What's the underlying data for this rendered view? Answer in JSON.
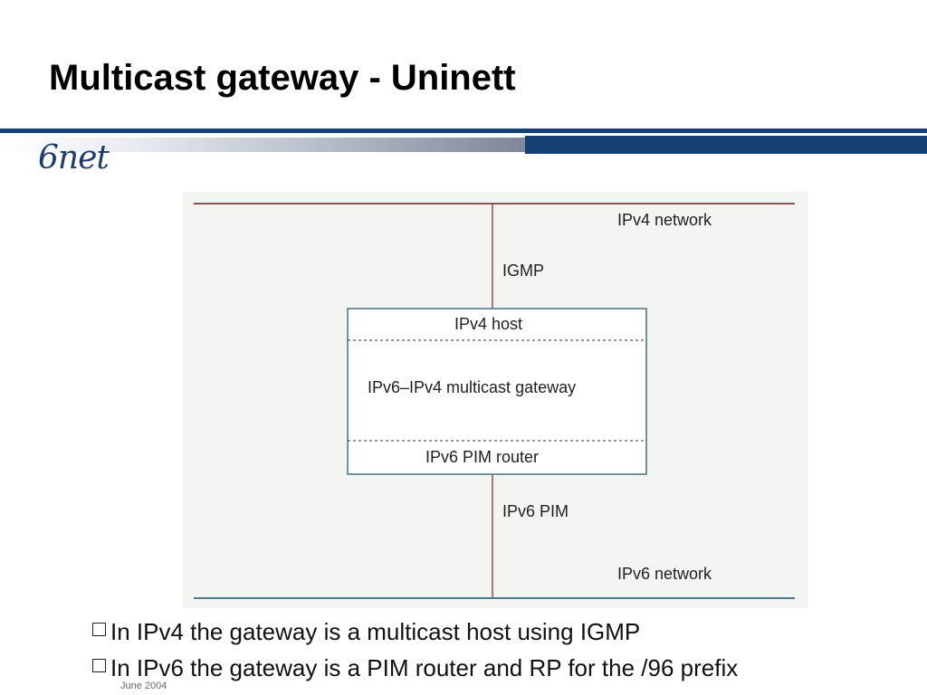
{
  "slide": {
    "title": "Multicast gateway - Uninett",
    "logo_text": "6net",
    "footer": "June  2004"
  },
  "diagram": {
    "ipv4_network": "IPv4 network",
    "igmp": "IGMP",
    "ipv4_host": "IPv4 host",
    "gateway": "IPv6–IPv4 multicast gateway",
    "pim_router": "IPv6 PIM router",
    "ipv6_pim": "IPv6 PIM",
    "ipv6_network": "IPv6 network"
  },
  "bullets": [
    "In IPv4 the gateway is a multicast host using IGMP",
    "In IPv6 the gateway is a PIM router and RP for the /96 prefix"
  ],
  "colors": {
    "band_dark": "#163f74",
    "diagram_bg": "#f2f5f2",
    "network_line": "#8a5252",
    "box_border": "#4a6f80"
  }
}
